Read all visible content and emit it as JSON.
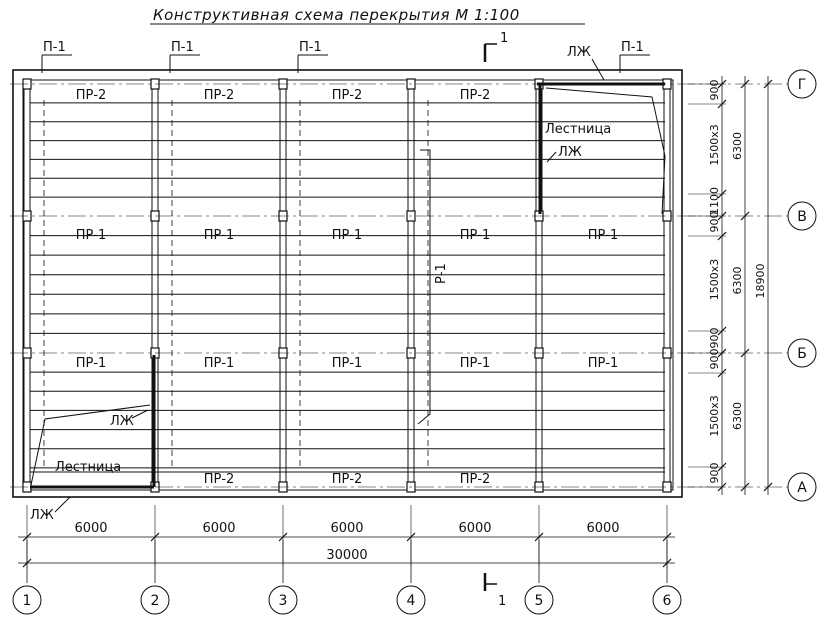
{
  "title": "Конструктивная схема перекрытия М 1:100",
  "section": {
    "top_label": "1",
    "bottom_label": "1"
  },
  "axes_x": [
    "1",
    "2",
    "3",
    "4",
    "5",
    "6"
  ],
  "axes_y": [
    "Г",
    "В",
    "Б",
    "А"
  ],
  "girder_label": "П-1",
  "slab_row_top": [
    "ПР-2",
    "ПР-2",
    "ПР-2",
    "ПР-2"
  ],
  "slab_row_middle": [
    "ПР-1",
    "ПР-1",
    "ПР-1",
    "ПР-1",
    "ПР-1"
  ],
  "slab_row_lower": [
    "ПР-1",
    "ПР-1",
    "ПР-1",
    "ПР-1",
    "ПР-1"
  ],
  "slab_row_bottom": [
    "ПР-2",
    "ПР-2",
    "ПР-2"
  ],
  "stair_label": "Лестница",
  "stair_beam_label": "ЛЖ",
  "crossbar_label": "Р-1",
  "dims_x": [
    "6000",
    "6000",
    "6000",
    "6000",
    "6000"
  ],
  "dim_total_x": "30000",
  "dims_y_inner": [
    "900",
    "1500x3",
    "1100",
    "900",
    "1500x3",
    "900",
    "900",
    "1500x3",
    "900"
  ],
  "dims_y_span": [
    "6300",
    "6300",
    "6300"
  ],
  "dim_total_y": "18900"
}
